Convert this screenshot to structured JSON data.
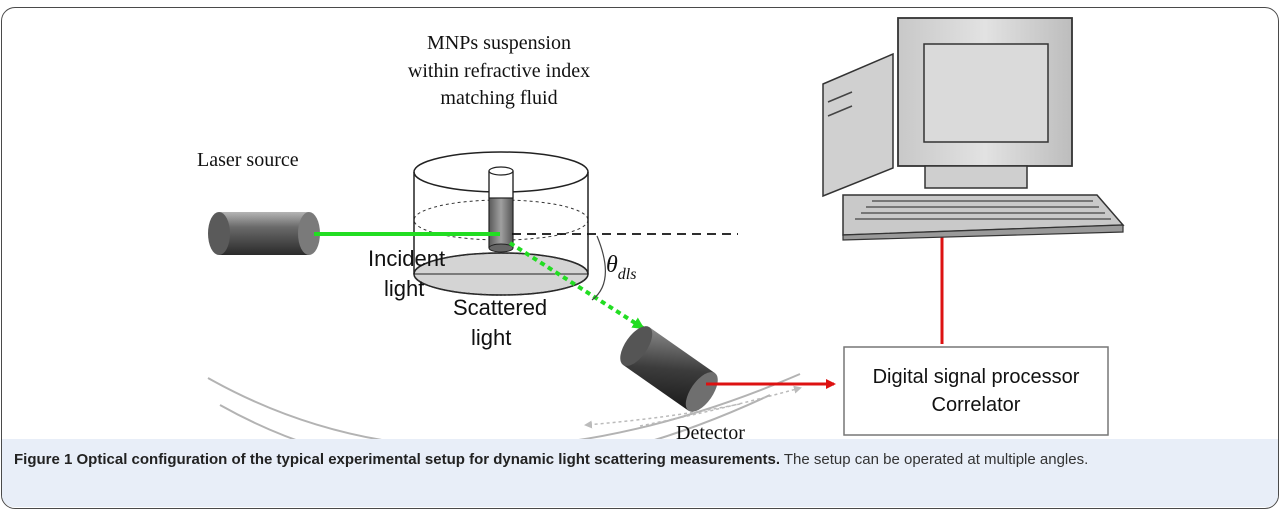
{
  "labels": {
    "suspension_line1": "MNPs suspension",
    "suspension_line2": "within refractive index",
    "suspension_line3": "matching fluid",
    "laser_source": "Laser source",
    "incident_line1": "Incident",
    "incident_line2": "light",
    "scattered_line1": "Scattered",
    "scattered_line2": "light",
    "theta": "θ",
    "theta_sub": "dls",
    "detector": "Detector",
    "processor_line1": "Digital signal processor",
    "processor_line2": "Correlator"
  },
  "caption": {
    "title": "Figure 1 Optical configuration of the typical experimental setup for dynamic light scattering measurements.",
    "body": " The setup can be operated at multiple angles."
  },
  "colors": {
    "incident_beam": "#22dd22",
    "scattered_beam": "#22dd22",
    "signal_arrow": "#dd1111",
    "caption_background": "#e8eef8"
  }
}
